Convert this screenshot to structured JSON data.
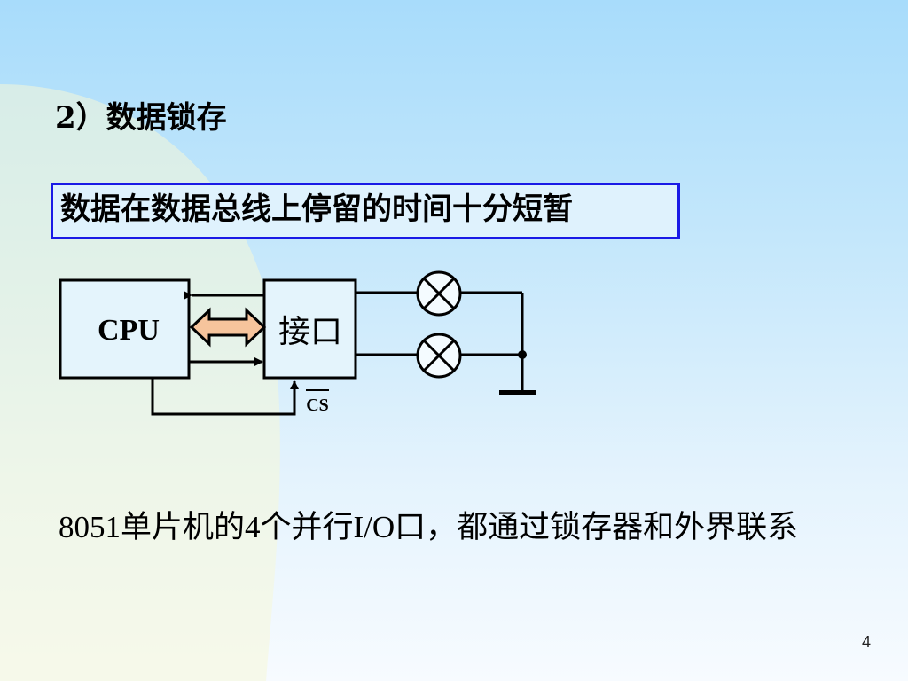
{
  "slide": {
    "section_title": "2）数据锁存",
    "highlight_text": "数据在数据总线上停留的时间十分短暂",
    "bottom_text": "8051单片机的4个并行I/O口，都通过锁存器和外界联系",
    "page_number": "4"
  },
  "diagram": {
    "cpu_label": "CPU",
    "interface_label": "接口",
    "cs_label": "CS"
  },
  "colors": {
    "highlight_border": "#1a1ae6",
    "highlight_fill": "#dff2fd",
    "arrow_fill": "#f6c49c",
    "box_fill": "#e4f4fc"
  }
}
